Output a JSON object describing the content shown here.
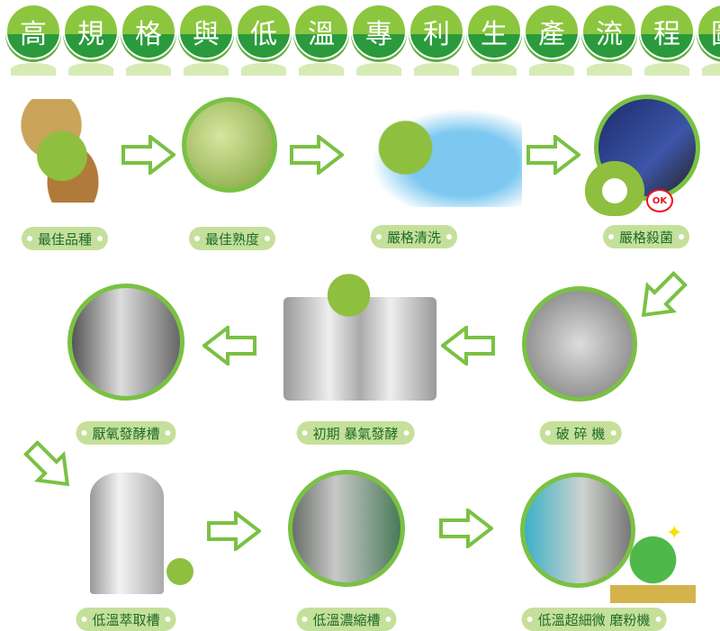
{
  "title_chars": [
    "高",
    "規",
    "格",
    "與",
    "低",
    "溫",
    "專",
    "利",
    "生",
    "產",
    "流",
    "程",
    "圖"
  ],
  "steps": [
    {
      "label": "最佳品種"
    },
    {
      "label": "最佳熟度"
    },
    {
      "label": "嚴格清洗"
    },
    {
      "label": "嚴格殺菌"
    },
    {
      "label": "破 碎 機"
    },
    {
      "label": "初期  暴氣發酵"
    },
    {
      "label": "厭氧發酵槽"
    },
    {
      "label": "低溫萃取槽"
    },
    {
      "label": "低溫濃縮槽"
    },
    {
      "label": "低溫超細微 磨粉機"
    }
  ],
  "ok_badge": "OK",
  "colors": {
    "accent": "#7ac143",
    "dark": "#2a9a3c",
    "pill": "#c5e09a"
  }
}
